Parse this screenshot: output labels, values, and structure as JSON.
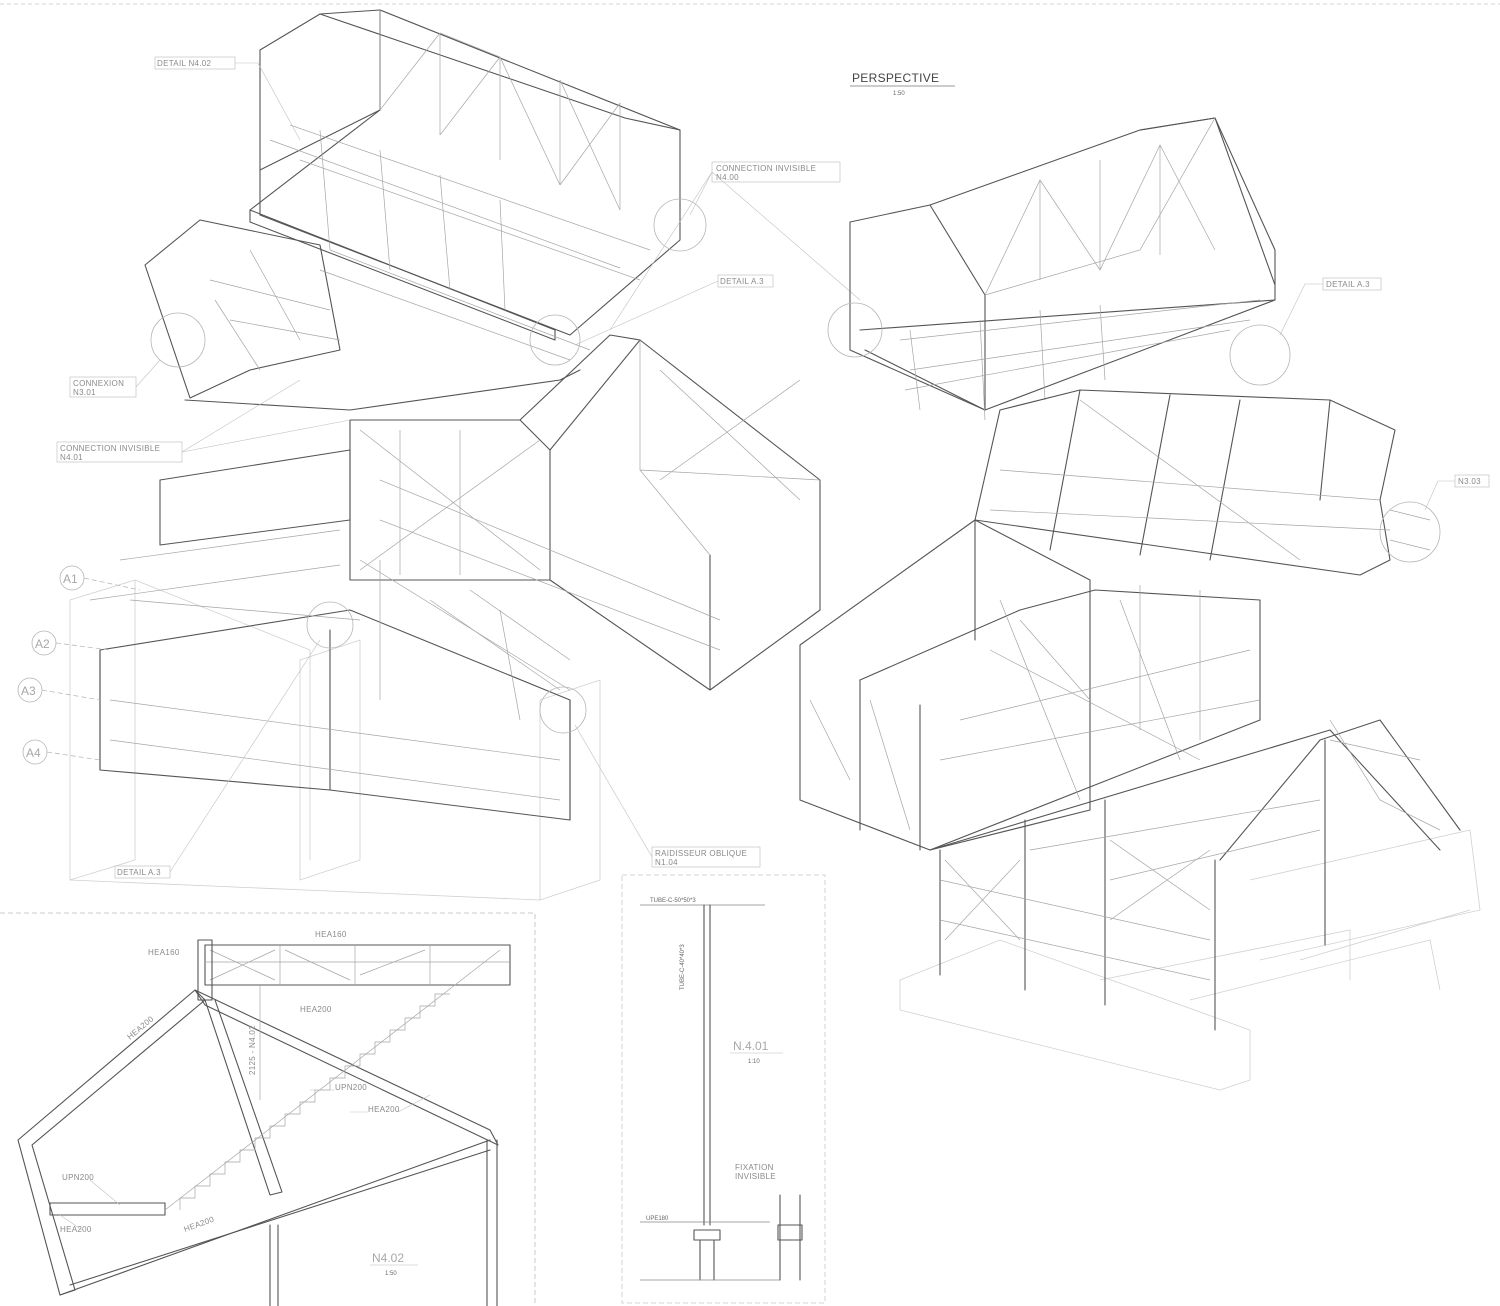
{
  "main_view": {
    "title": "PERSPECTIVE",
    "scale": "1:50"
  },
  "callouts_left": [
    {
      "line1": "DETAIL N4.02",
      "line2": ""
    },
    {
      "line1": "CONNECTION INVISIBLE",
      "line2": "N4.00"
    },
    {
      "line1": "DETAIL A.3",
      "line2": ""
    },
    {
      "line1": "CONNEXION",
      "line2": "N3.01"
    },
    {
      "line1": "CONNECTION INVISIBLE",
      "line2": "N4.01"
    },
    {
      "line1": "DETAIL A.3",
      "line2": ""
    },
    {
      "line1": "RAIDISSEUR OBLIQUE",
      "line2": "N1.04"
    }
  ],
  "callouts_right": [
    {
      "line1": "DETAIL A.3",
      "line2": ""
    },
    {
      "line1": "N3.03",
      "line2": ""
    }
  ],
  "grid_axes": [
    "A1",
    "A2",
    "A3",
    "A4"
  ],
  "detail_n402": {
    "title": "N4.02",
    "scale": "1:50",
    "labels": [
      "HEA160",
      "HEA160",
      "HEA200",
      "HEA200",
      "2125 - N4.02",
      "UPN200",
      "HEA200",
      "UPN200",
      "HEA200",
      "HEA200"
    ]
  },
  "detail_n401": {
    "title": "N.4.01",
    "scale": "1:10",
    "labels": [
      "TUBE-C-50*50*3",
      "TUBE-C-40*40*3",
      "UPE180"
    ],
    "fixation": {
      "line1": "FIXATION",
      "line2": "INVISIBLE"
    }
  }
}
